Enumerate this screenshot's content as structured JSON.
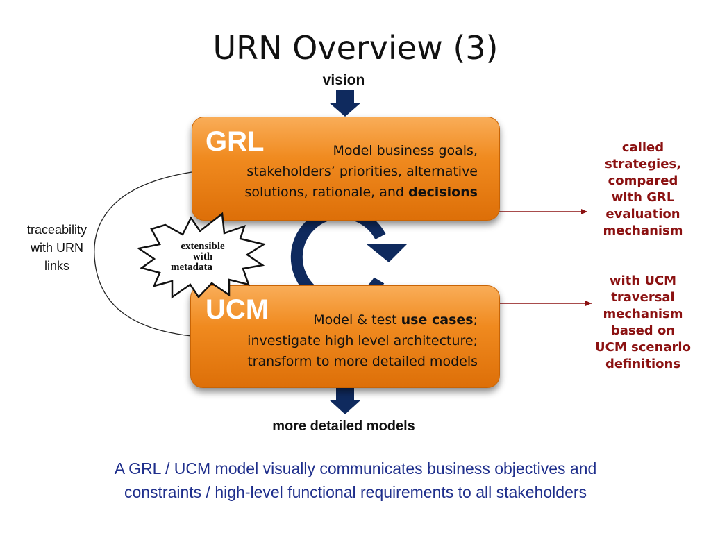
{
  "slide": {
    "title": "URN Overview (3)",
    "top_label": "vision",
    "bottom_label": "more detailed models",
    "caption_line1": "A GRL / UCM model visually communicates business objectives and",
    "caption_line2": "constraints / high-level functional requirements to all stakeholders"
  },
  "grl": {
    "name": "GRL",
    "line1": "Model business goals,",
    "line2": "stakeholders’ priorities, alternative",
    "line3_plain": "solutions, rationale, and ",
    "line3_bold": "decisions"
  },
  "ucm": {
    "name": "UCM",
    "line1_plain": "Model & test ",
    "line1_bold": "use cases",
    "line1_end": ";",
    "line2": "investigate high level architecture;",
    "line3": "transform to more detailed models"
  },
  "notes": {
    "grl_eval": [
      "called",
      "strategies,",
      "compared",
      "with GRL",
      "evaluation",
      "mechanism"
    ],
    "ucm_traversal": [
      "with UCM",
      "traversal",
      "mechanism",
      "based on",
      "UCM scenario",
      "definitions"
    ],
    "traceability": [
      "traceability",
      "with URN",
      "links"
    ],
    "star": [
      "extensible",
      "with",
      "metadata"
    ]
  },
  "colors": {
    "box_orange": "#f08a1f",
    "arrow_navy": "#0f2a5e",
    "note_red": "#8b1111",
    "caption_blue": "#1f2f8c"
  }
}
